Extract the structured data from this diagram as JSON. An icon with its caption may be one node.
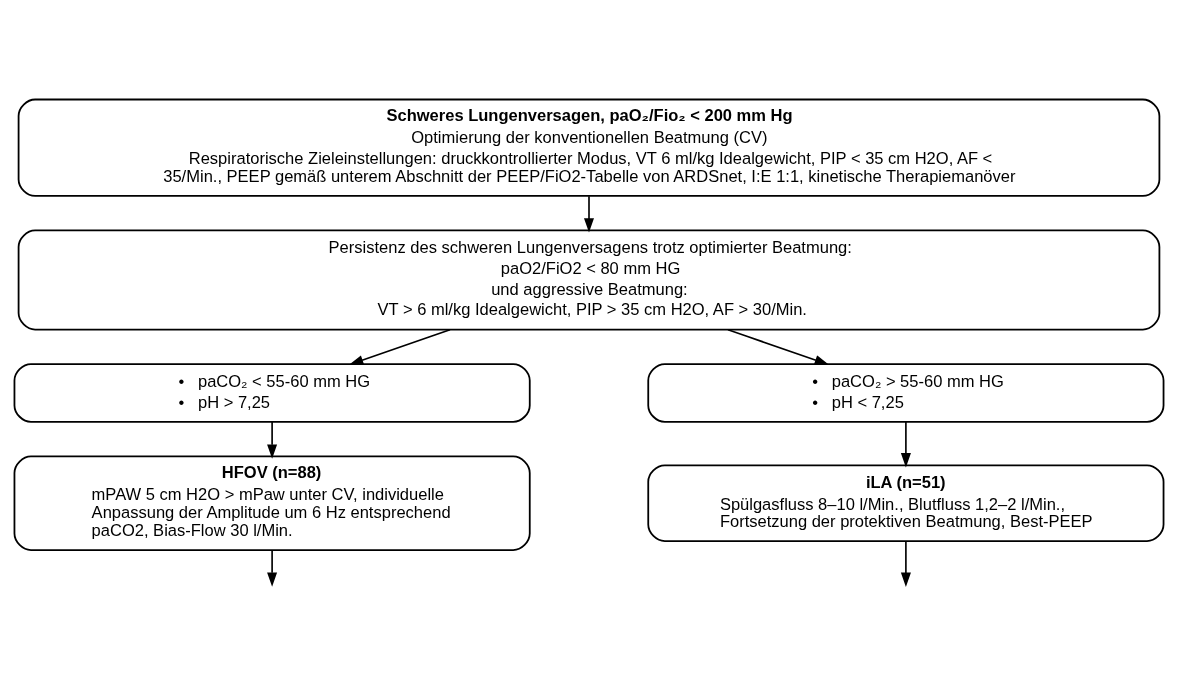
{
  "diagram": {
    "nodes": [
      {
        "text": [
          "Schweres Lungenversagen, paO₂/Fio₂ < 200 mm Hg",
          "Optimierung der konventionellen Beatmung (CV)",
          "Respiratorische Zieleinstellungen: druckkontrollierter Modus, VT 6 ml/kg Idealgewicht, PIP < 35 cm H2O, AF < 35/Min., PEEP gemäß unterem Abschnitt der PEEP/FiO2-Tabelle von ARDSnet, I:E 1:1, kinetische Therapiemanöver"
        ]
      },
      {
        "text": [
          "Persistenz des schweren Lungenversagens trotz optimierter Beatmung:",
          "paO2/FiO2 < 80 mm HG",
          "und aggressive Beatmung:",
          "VT > 6 ml/kg Idealgewicht, PIP > 35 cm H2O, AF > 30/Min."
        ]
      },
      {
        "text": [
          "•   paCO₂ < 55-60 mm HG",
          "•   pH > 7,25"
        ]
      },
      {
        "text": [
          "•   paCO₂ > 55-60 mm HG",
          "•   pH < 7,25"
        ]
      },
      {
        "text": [
          "HFOV (n=88)",
          "mPAW 5 cm H2O > mPaw unter CV, individuelle Anpassung der Amplitude um 6 Hz entsprechend paCO2, Bias-Flow 30 l/Min."
        ]
      },
      {
        "text": [
          "iLA (n=51)",
          "Spülgasfluss 8–10 l/Min., Blutfluss 1,2–2 l/Min., Fortsetzung der protektiven Beatmung, Best-PEEP"
        ]
      }
    ],
    "edges": [
      {
        "from": 0,
        "to": 1,
        "arrow": "to"
      },
      {
        "from": 1,
        "to": 2,
        "arrow": "to"
      },
      {
        "from": 1,
        "to": 3,
        "arrow": "to"
      },
      {
        "from": 2,
        "to": 4,
        "arrow": "to"
      },
      {
        "from": 3,
        "to": 5,
        "arrow": "to"
      },
      {
        "from": 4,
        "to": null,
        "arrow": "to"
      },
      {
        "from": 5,
        "to": null,
        "arrow": "to"
      }
    ]
  }
}
